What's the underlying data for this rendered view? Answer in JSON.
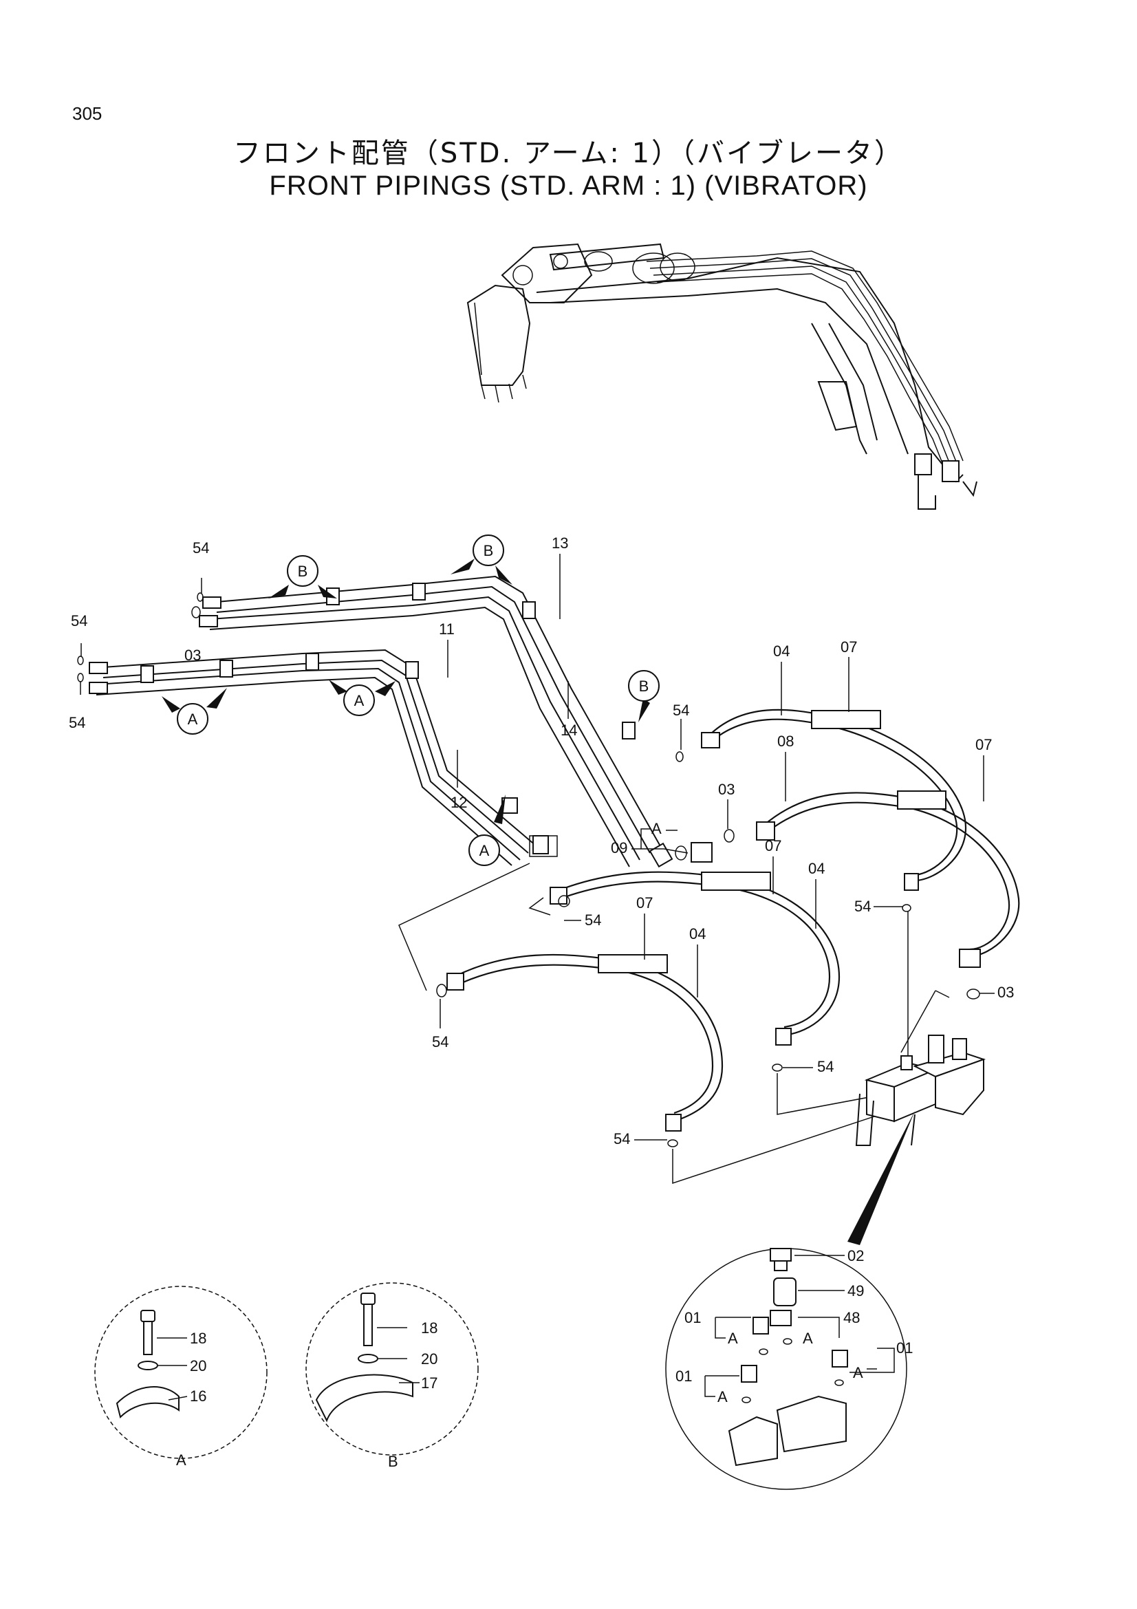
{
  "page_number": "305",
  "title_jp": "フロント配管（STD. アーム: 1）（バイブレータ）",
  "title_en": "FRONT PIPINGS (STD. ARM : 1) (VIBRATOR)",
  "labels": {
    "l54_top": "54",
    "l54_left1": "54",
    "l54_left2": "54",
    "l03_left": "03",
    "l13": "13",
    "l11": "11",
    "l12": "12",
    "l14": "14",
    "l54_mid": "54",
    "l04_a": "04",
    "l07_a": "07",
    "l08": "08",
    "l07_b": "07",
    "l03_mid": "03",
    "l09": "09",
    "l09_a": "A",
    "l07_c": "07",
    "l04_b": "04",
    "l54_c": "54",
    "l07_d": "07",
    "l04_c": "04",
    "l54_right": "54",
    "l54_bl": "54",
    "l03_right": "03",
    "l54_vr": "54",
    "l54_bottom": "54",
    "l02": "02",
    "l49": "49",
    "l48": "48",
    "l48_a": "A",
    "l01_a": "01",
    "l01_a_sub": "A",
    "l01_b": "01",
    "l01_b_sub": "A",
    "l01_c": "01",
    "l01_c_sub": "A",
    "l18_a": "18",
    "l20_a": "20",
    "l16": "16",
    "l18_b": "18",
    "l20_b": "20",
    "l17": "17"
  },
  "callouts": {
    "b1": "B",
    "b2": "B",
    "b3": "B",
    "a1": "A",
    "a2": "A",
    "a3": "A"
  },
  "detail_views": {
    "a_label": "A",
    "b_label": "B"
  }
}
